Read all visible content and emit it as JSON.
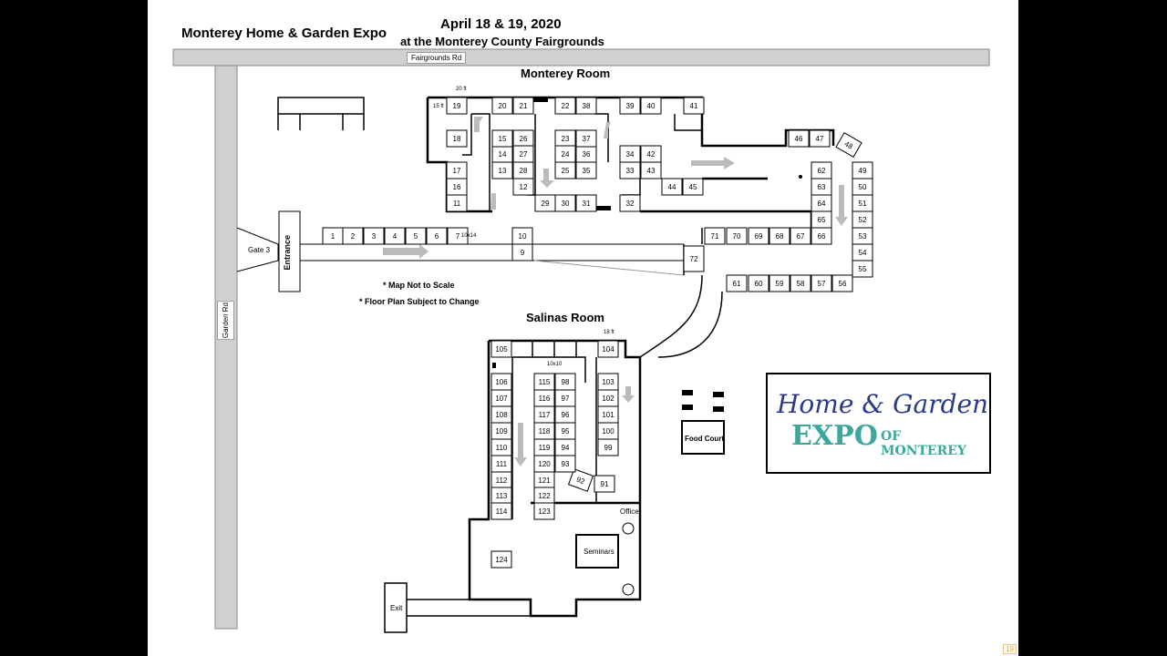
{
  "header": {
    "title": "Monterey Home & Garden Expo",
    "dates": "April 18 & 19, 2020",
    "venue": "at the Monterey County Fairgrounds"
  },
  "roads": {
    "fairgrounds": "Fairgrounds Rd",
    "garden": "Garden Rd",
    "gate": "Gate 3"
  },
  "rooms": {
    "monterey": "Monterey Room",
    "salinas": "Salinas Room"
  },
  "notes": {
    "scale": "* Map Not to Scale",
    "floor": "* Floor Plan Subject to Change"
  },
  "labels": {
    "entrance": "Entrance",
    "food_court": "Food Court",
    "seminars": "Seminars",
    "office": "Office",
    "exit": "Exit"
  },
  "dims": [
    "20 ft",
    "15 ft",
    "10x14",
    "10x10",
    "18 ft"
  ],
  "logo": {
    "line1": "Home & Garden",
    "line2": "EXPO",
    "line3": "OF MONTEREY",
    "colors": {
      "primary": "#2a3a8a",
      "accent": "#3aa89c"
    }
  },
  "page_number": "19",
  "booths": [
    "1",
    "2",
    "3",
    "4",
    "5",
    "6",
    "7",
    "9",
    "10",
    "11",
    "12",
    "13",
    "14",
    "15",
    "16",
    "17",
    "18",
    "19",
    "20",
    "21",
    "22",
    "23",
    "24",
    "25",
    "26",
    "27",
    "28",
    "29",
    "30",
    "31",
    "32",
    "33",
    "34",
    "35",
    "36",
    "37",
    "38",
    "39",
    "40",
    "41",
    "42",
    "43",
    "44",
    "45",
    "46",
    "47",
    "48",
    "49",
    "50",
    "51",
    "52",
    "53",
    "54",
    "55",
    "56",
    "57",
    "58",
    "59",
    "60",
    "61",
    "62",
    "63",
    "64",
    "65",
    "66",
    "67",
    "68",
    "69",
    "70",
    "71",
    "72",
    "91",
    "92",
    "93",
    "94",
    "95",
    "96",
    "97",
    "98",
    "99",
    "100",
    "101",
    "102",
    "103",
    "104",
    "105",
    "106",
    "107",
    "108",
    "109",
    "110",
    "111",
    "112",
    "113",
    "114",
    "115",
    "116",
    "117",
    "118",
    "119",
    "120",
    "121",
    "122",
    "123",
    "124"
  ]
}
